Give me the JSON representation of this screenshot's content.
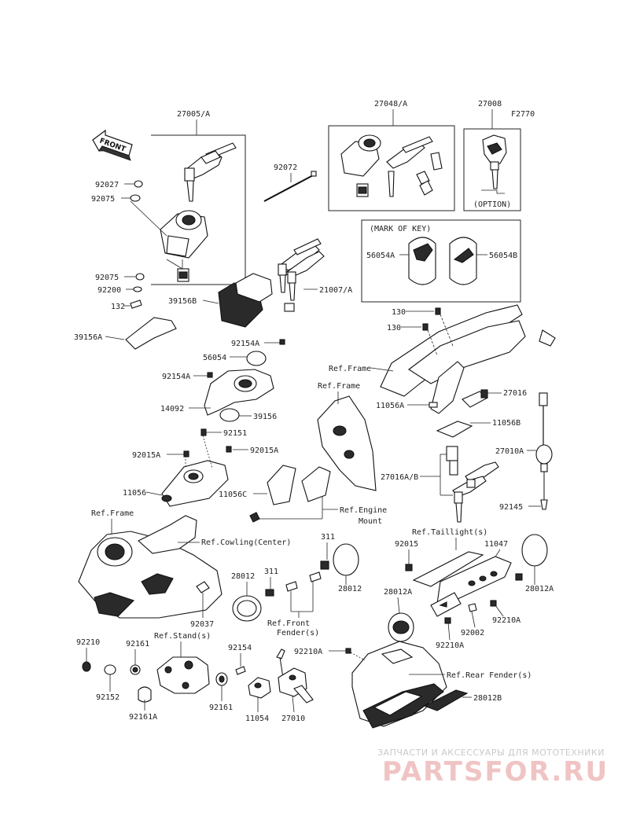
{
  "diagram_code": "F2770",
  "front_label": "FRONT",
  "box_mark_of_key_title": "(MARK OF KEY)",
  "option_label": "(OPTION)",
  "parts": {
    "p27005A": "27005/A",
    "p27048A": "27048/A",
    "p27008": "27008",
    "p92027": "92027",
    "p92075a": "92075",
    "p92072": "92072",
    "p56054A": "56054A",
    "p56054B": "56054B",
    "p92075b": "92075",
    "p92200": "92200",
    "p132": "132",
    "p39156B": "39156B",
    "p21007A": "21007/A",
    "p39156A": "39156A",
    "p130a": "130",
    "p130b": "130",
    "p92154Aa": "92154A",
    "p56054": "56054",
    "p92154Ab": "92154A",
    "p14092": "14092",
    "p39156": "39156",
    "p27016": "27016",
    "p11056A": "11056A",
    "p11056B": "11056B",
    "p92151": "92151",
    "p92015Aa": "92015A",
    "p92015Ab": "92015A",
    "p27010A": "27010A",
    "p27016AB": "27016A/B",
    "p11056": "11056",
    "p11056C": "11056C",
    "p92145": "92145",
    "p311a": "311",
    "p92015": "92015",
    "p11047": "11047",
    "p28012a": "28012",
    "p311b": "311",
    "p28012b": "28012",
    "p28012Aa": "28012A",
    "p28012Ab": "28012A",
    "p92210Aa": "92210A",
    "p92002": "92002",
    "p92210Ab": "92210A",
    "p92037": "92037",
    "p92210": "92210",
    "p92161a": "92161",
    "p92154": "92154",
    "p92210Ac": "92210A",
    "p92152": "92152",
    "p92161b": "92161",
    "p92161A": "92161A",
    "p11054": "11054",
    "p27010": "27010",
    "p28012B": "28012B"
  },
  "refs": {
    "frame1": "Ref.Frame",
    "frame2": "Ref.Frame",
    "frame3": "Ref.Frame",
    "engine_mount_1": "Ref.Engine",
    "engine_mount_2": "Mount",
    "taillight": "Ref.Taillight(s)",
    "cowling": "Ref.Cowling(Center)",
    "front_fender_1": "Ref.Front",
    "front_fender_2": "Fender(s)",
    "stand": "Ref.Stand(s)",
    "rear_fender": "Ref.Rear Fender(s)"
  },
  "watermark": {
    "line1": "ЗАПЧАСТИ И АКСЕССУАРЫ ДЛЯ МОТОТЕХНИКИ",
    "line2": "PARTSFOR.RU"
  }
}
